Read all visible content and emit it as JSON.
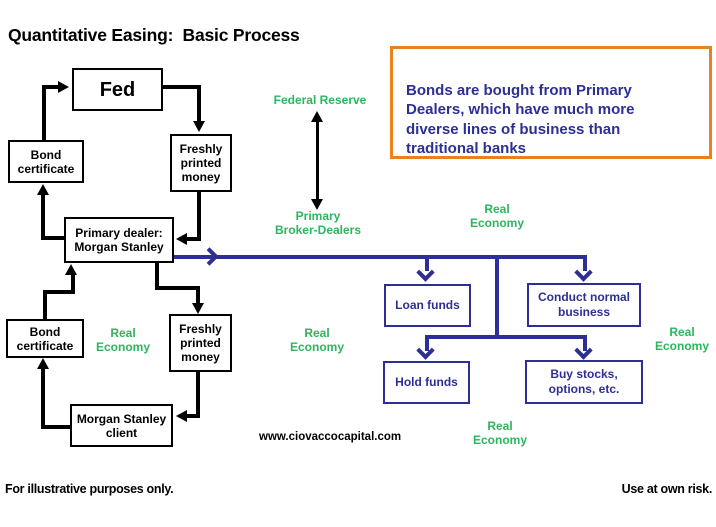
{
  "title": "Quantitative Easing:  Basic Process",
  "callout": {
    "text": "Bonds are bought from Primary\nDealers, which have much more\ndiverse lines of business than\ntraditional banks"
  },
  "qe_loop": {
    "fed": "Fed",
    "bond_certificate_top": "Bond\ncertificate",
    "freshly_printed_money_top": "Freshly\nprinted\nmoney",
    "primary_dealer": "Primary dealer:\nMorgan Stanley",
    "bond_certificate_bottom": "Bond\ncertificate",
    "freshly_printed_money_bottom": "Freshly\nprinted\nmoney",
    "morgan_stanley_client": "Morgan Stanley\nclient"
  },
  "dealer_actions": {
    "loan_funds": "Loan funds",
    "conduct_normal_business": "Conduct normal\nbusiness",
    "hold_funds": "Hold funds",
    "buy_stocks": "Buy stocks,\noptions, etc."
  },
  "labels": {
    "federal_reserve": "Federal Reserve",
    "primary_broker_dealers": "Primary\nBroker-Dealers",
    "real_economy": "Real\nEconomy"
  },
  "footer": {
    "website": "www.ciovaccocapital.com",
    "left": "For illustrative purposes only.",
    "right": "Use at own risk."
  },
  "colors": {
    "green": "#2eb55e",
    "navy": "#2d2f94",
    "orange": "#e8811e",
    "black": "#000000"
  }
}
